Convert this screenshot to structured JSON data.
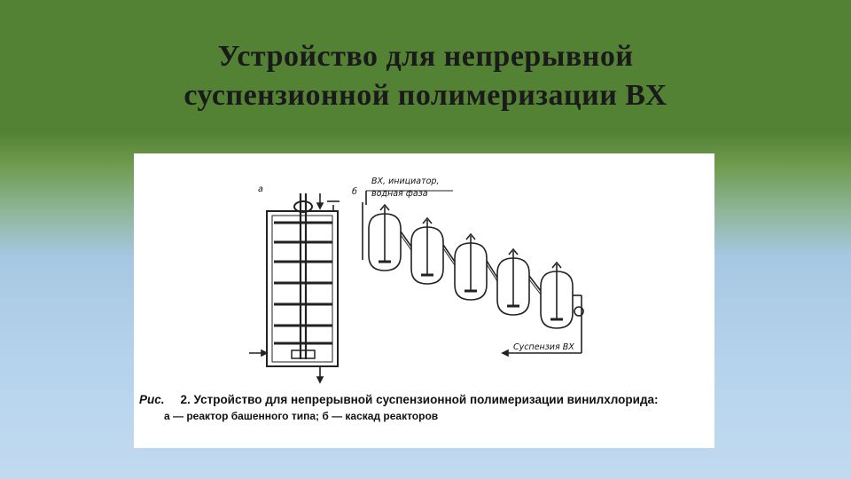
{
  "slide": {
    "title_line1": "Устройство для непрерывной",
    "title_line2": "суспензионной полимеризации ВХ"
  },
  "figure": {
    "label_a": "а",
    "label_b": "б",
    "feed_label_line1": "ВХ, инициатор,",
    "feed_label_line2": "водная фаза",
    "output_label": "Суспензия ВХ",
    "caption_prefix": "Рис.",
    "caption_title": "2. Устройство для непрерывной суспензионной полимеризации винилхлорида:",
    "caption_legend": "а — реактор башенного типа; б — каскад реакторов"
  },
  "colors": {
    "header_green": "#548235",
    "background_blue": "#b5d2ec",
    "panel": "#ffffff"
  }
}
